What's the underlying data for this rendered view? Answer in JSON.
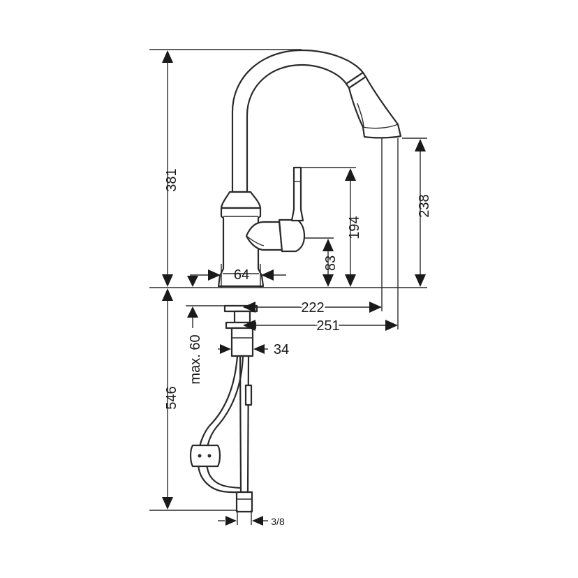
{
  "dimensions": {
    "total_height": "381",
    "handle_height": "194",
    "spout_clearance": "238",
    "outlet_height": "83",
    "base_diameter": "64",
    "spout_reach": "222",
    "reach_total": "251",
    "shank_diameter": "34",
    "counter_thickness": "max. 60",
    "hose_length": "546",
    "connection_thread": "3/8"
  },
  "colors": {
    "line": "#2a2a2a",
    "arrow": "#1a1a1a",
    "background": "#ffffff"
  }
}
